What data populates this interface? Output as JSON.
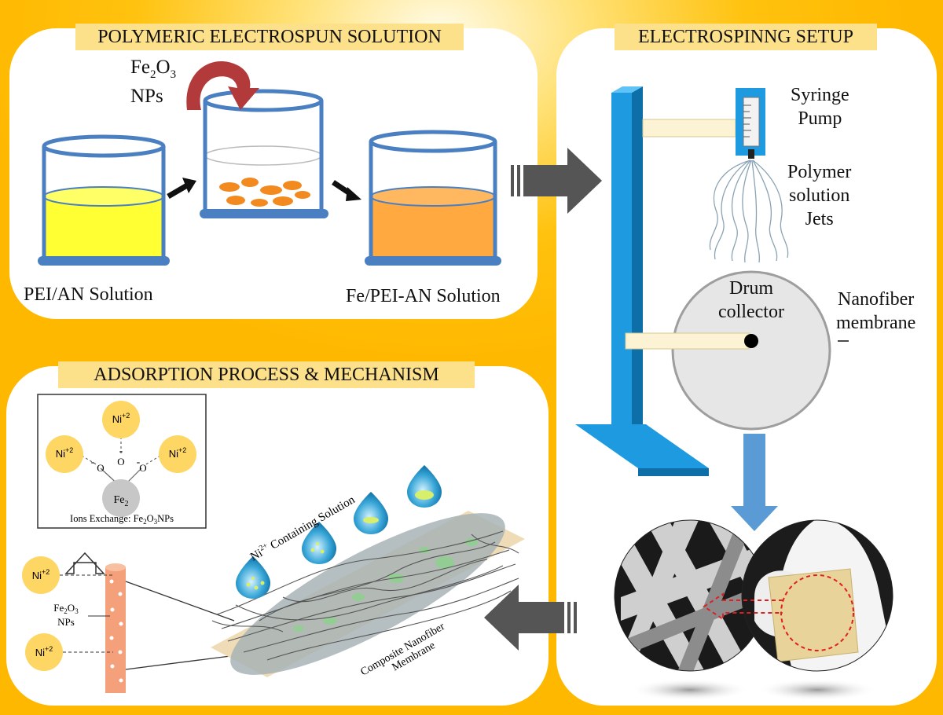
{
  "panels": {
    "solution": {
      "title": "POLYMERIC ELECTROSPUN SOLUTION",
      "np_label_1": "Fe",
      "np_label_sub": "2",
      "np_label_2": "O",
      "np_label_sub2": "3",
      "np_label_3": "NPs",
      "beaker_left_label": "PEI/AN Solution",
      "beaker_right_label": "Fe/PEI-AN Solution"
    },
    "setup": {
      "title": "ELECTROSPINNG SETUP",
      "syringe_label_1": "Syringe",
      "syringe_label_2": "Pump",
      "jets_label_1": "Polymer",
      "jets_label_2": "solution",
      "jets_label_3": "Jets",
      "drum_label_1": "Drum",
      "drum_label_2": "collector",
      "membrane_label_1": "Nanofiber",
      "membrane_label_2": "membrane"
    },
    "adsorption": {
      "title": "ADSORPTION PROCESS & MECHANISM",
      "ion": "Ni",
      "ion_charge": "+2",
      "oxygen": "O",
      "minus": "-",
      "center": "Fe",
      "center_sub": "2",
      "caption_1": "Ions Exchange: Fe",
      "caption_sub1": "2",
      "caption_2": "O",
      "caption_sub2": "3",
      "caption_3": "NPs",
      "fiber_label_1": "Fe",
      "fiber_label_sub1": "2",
      "fiber_label_2": "O",
      "fiber_label_sub2": "3",
      "fiber_label_3": "NPs",
      "solution_label_1": "Ni",
      "solution_label_sup": "2+",
      "solution_label_2": " Containing Solution",
      "membrane_label_1": "Composite Nanofiber",
      "membrane_label_2": "Membrane"
    }
  },
  "colors": {
    "background": "#ffc20e",
    "beaker_blue": "#4a7fc1",
    "yellow_solution": "#ffff33",
    "orange_solution": "#ffa940",
    "arrow_gray": "#555555",
    "stand_blue": "#1e9be0",
    "ion_yellow": "#fdd664",
    "red_arrow": "#b23a3a"
  }
}
